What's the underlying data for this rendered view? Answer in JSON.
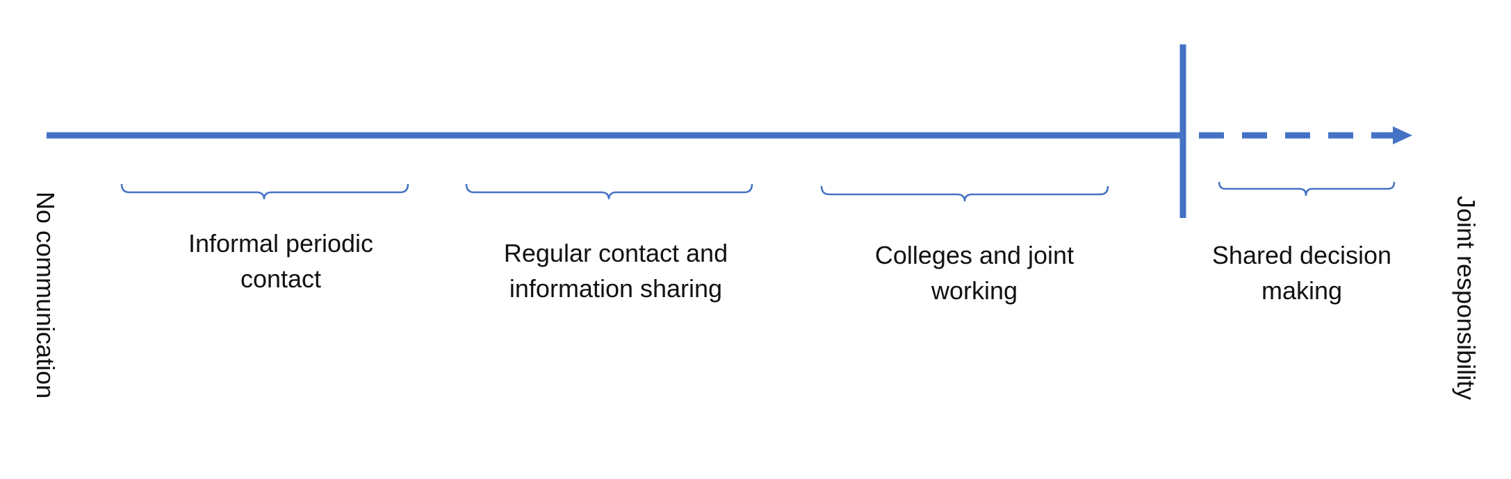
{
  "diagram": {
    "start_label": "No communication",
    "end_label": "Joint responsibility",
    "stages": [
      {
        "line1": "Informal periodic",
        "line2": "contact"
      },
      {
        "line1": "Regular contact and",
        "line2": "information sharing"
      },
      {
        "line1": "Colleges and joint",
        "line2": "working"
      },
      {
        "line1": "Shared decision",
        "line2": "making"
      }
    ]
  },
  "colors": {
    "axis": "#4472C4",
    "text": "#111111"
  }
}
